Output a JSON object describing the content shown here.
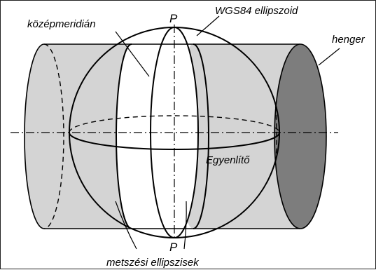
{
  "labels": {
    "central_meridian": "középmeridián",
    "ellipsoid": "WGS84 ellipszoid",
    "cylinder": "henger",
    "pole_north": "P",
    "pole_south": "P",
    "equator": "Egyenlítő",
    "secant_ellipses": "metszési ellipszisek"
  },
  "colors": {
    "cylinder_fill": "#d4d4d4",
    "cylinder_end_face": "#7d7d7d",
    "line": "#000000",
    "background": "#ffffff"
  }
}
